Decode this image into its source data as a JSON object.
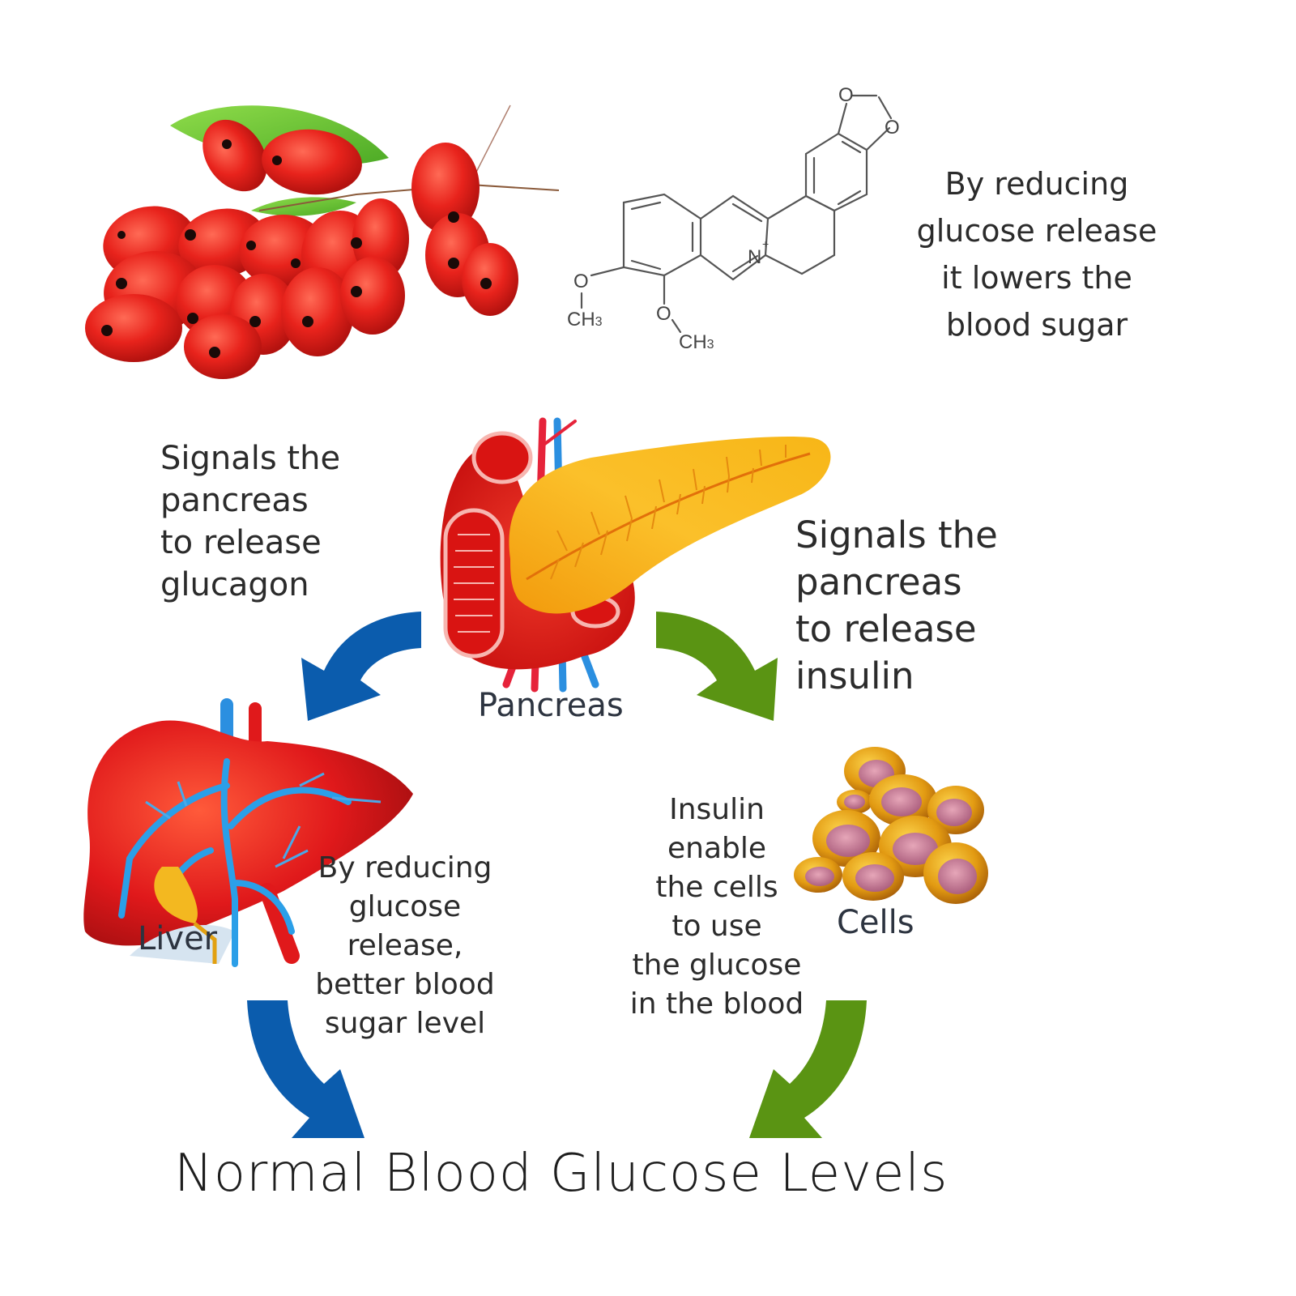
{
  "colors": {
    "background": "#ffffff",
    "text": "#2b2b2b",
    "arrow_blue": "#0b5cad",
    "arrow_green": "#5a9413",
    "berry_red": "#e8231c",
    "pancreas_yellow": "#f7b617",
    "organ_red": "#e0191b",
    "vessel_blue": "#2b8fe0",
    "cell_gold": "#e29a12",
    "cell_pink": "#c77a96"
  },
  "images": {
    "berries": "barberry-berries",
    "molecule": "berberine-structure",
    "pancreas": "pancreas-illustration",
    "liver": "liver-illustration",
    "cells": "cells-illustration"
  },
  "molecule": {
    "atom_labels": [
      "O",
      "O",
      "N+",
      "O",
      "CH3",
      "O",
      "CH3"
    ],
    "nitrogen": "N",
    "charge": "+",
    "oxygen": "O",
    "methyl_left": "CH3",
    "methyl_right": "CH3"
  },
  "top_caption": {
    "lines": [
      "By reducing",
      "glucose release",
      "it lowers the",
      "blood sugar"
    ]
  },
  "left_caption": {
    "lines": [
      "Signals the",
      "pancreas",
      "to release",
      "glucagon"
    ]
  },
  "right_caption": {
    "lines": [
      "Signals the",
      "pancreas",
      "to release",
      "insulin"
    ]
  },
  "labels": {
    "pancreas": "Pancreas",
    "liver": "Liver",
    "cells": "Cells"
  },
  "liver_caption": {
    "lines": [
      "By reducing",
      "glucose",
      "release,",
      "better blood",
      "sugar level"
    ]
  },
  "cells_caption": {
    "lines": [
      "Insulin",
      "enable",
      "the cells",
      "to use",
      "the glucose",
      "in the blood"
    ]
  },
  "footer": {
    "title": "Normal Blood Glucose Levels"
  },
  "arrows": [
    {
      "name": "pancreas-to-liver",
      "color": "blue",
      "direction": "down-left"
    },
    {
      "name": "pancreas-to-cells",
      "color": "green",
      "direction": "down-right"
    },
    {
      "name": "liver-to-normal",
      "color": "blue",
      "direction": "down-right"
    },
    {
      "name": "cells-to-normal",
      "color": "green",
      "direction": "down-left"
    }
  ]
}
